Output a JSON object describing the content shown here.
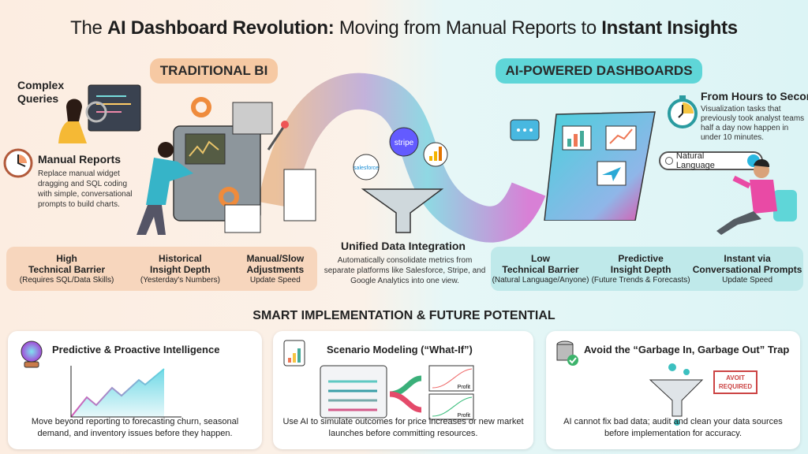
{
  "title": {
    "pre": "The ",
    "b1": "AI Dashboard Revolution:",
    "mid": " Moving from Manual Reports to ",
    "b2": "Instant Insights"
  },
  "traditional": {
    "label": "TRADITIONAL BI",
    "complex_queries": "Complex Queries",
    "manual_reports": {
      "title": "Manual Reports",
      "text": "Replace manual widget dragging and SQL coding with simple, conversational prompts to build charts."
    },
    "stats": [
      {
        "a": "High",
        "b": "Technical Barrier",
        "c": "(Requires SQL/Data Skills)"
      },
      {
        "a": "Historical",
        "b": "Insight Depth",
        "c": "(Yesterday's Numbers)"
      },
      {
        "a": "Manual/Slow",
        "b": "Adjustments",
        "c": "Update Speed"
      }
    ]
  },
  "integration": {
    "title": "Unified Data Integration",
    "text": "Automatically consolidate metrics from separate platforms like Salesforce, Stripe, and Google Analytics into one view.",
    "logos": [
      "salesforce",
      "stripe"
    ]
  },
  "ai": {
    "label": "AI-POWERED DASHBOARDS",
    "hours": {
      "title": "From Hours to Seconds",
      "text": "Visualization tasks that previously took analyst teams half a day now happen in under 10 minutes."
    },
    "search": "Natural Language",
    "stats": [
      {
        "a": "Low",
        "b": "Technical Barrier",
        "c": "(Natural Language/Anyone)"
      },
      {
        "a": "Predictive",
        "b": "Insight Depth",
        "c": "(Future Trends & Forecasts)"
      },
      {
        "a": "Instant via",
        "b": "Conversational Prompts",
        "c": "Update Speed"
      }
    ]
  },
  "section_title": "SMART IMPLEMENTATION & FUTURE POTENTIAL",
  "cards": [
    {
      "title": "Predictive & Proactive Intelligence",
      "text": "Move beyond reporting to forecasting churn, seasonal demand, and inventory issues before they happen.",
      "icon": "crystal-ball"
    },
    {
      "title": "Scenario Modeling (“What-If”)",
      "text": "Use AI to simulate outcomes for price increases or new market launches before committing resources.",
      "icon": "dashboard",
      "chart_label": "Profit"
    },
    {
      "title": "Avoid the “Garbage In, Garbage Out” Trap",
      "text": "AI cannot fix bad data; audit and clean your data sources before implementation for accuracy.",
      "icon": "database-check",
      "stamp": "AVOIT REQUIRED"
    }
  ],
  "colors": {
    "peach": "#f6c9a3",
    "cyan": "#5fd6d8",
    "pink": "#e94aa5"
  }
}
